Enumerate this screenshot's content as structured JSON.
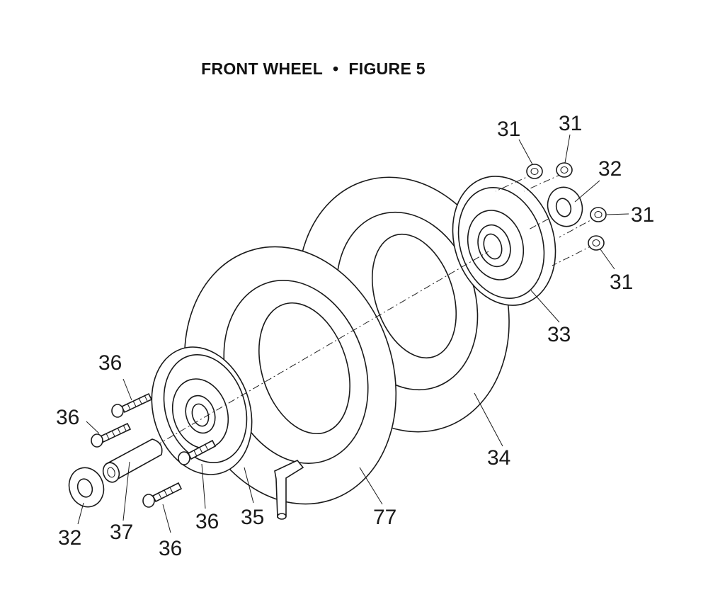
{
  "title": {
    "left": "FRONT WHEEL",
    "separator": "•",
    "right": "FIGURE 5"
  },
  "callouts": {
    "c31a": "31",
    "c31b": "31",
    "c32a": "32",
    "c31c": "31",
    "c31d": "31",
    "c33": "33",
    "c34": "34",
    "c36a": "36",
    "c36b": "36",
    "c32b": "32",
    "c37": "37",
    "c36c": "36",
    "c35": "35",
    "c77": "77",
    "c36d": "36"
  }
}
